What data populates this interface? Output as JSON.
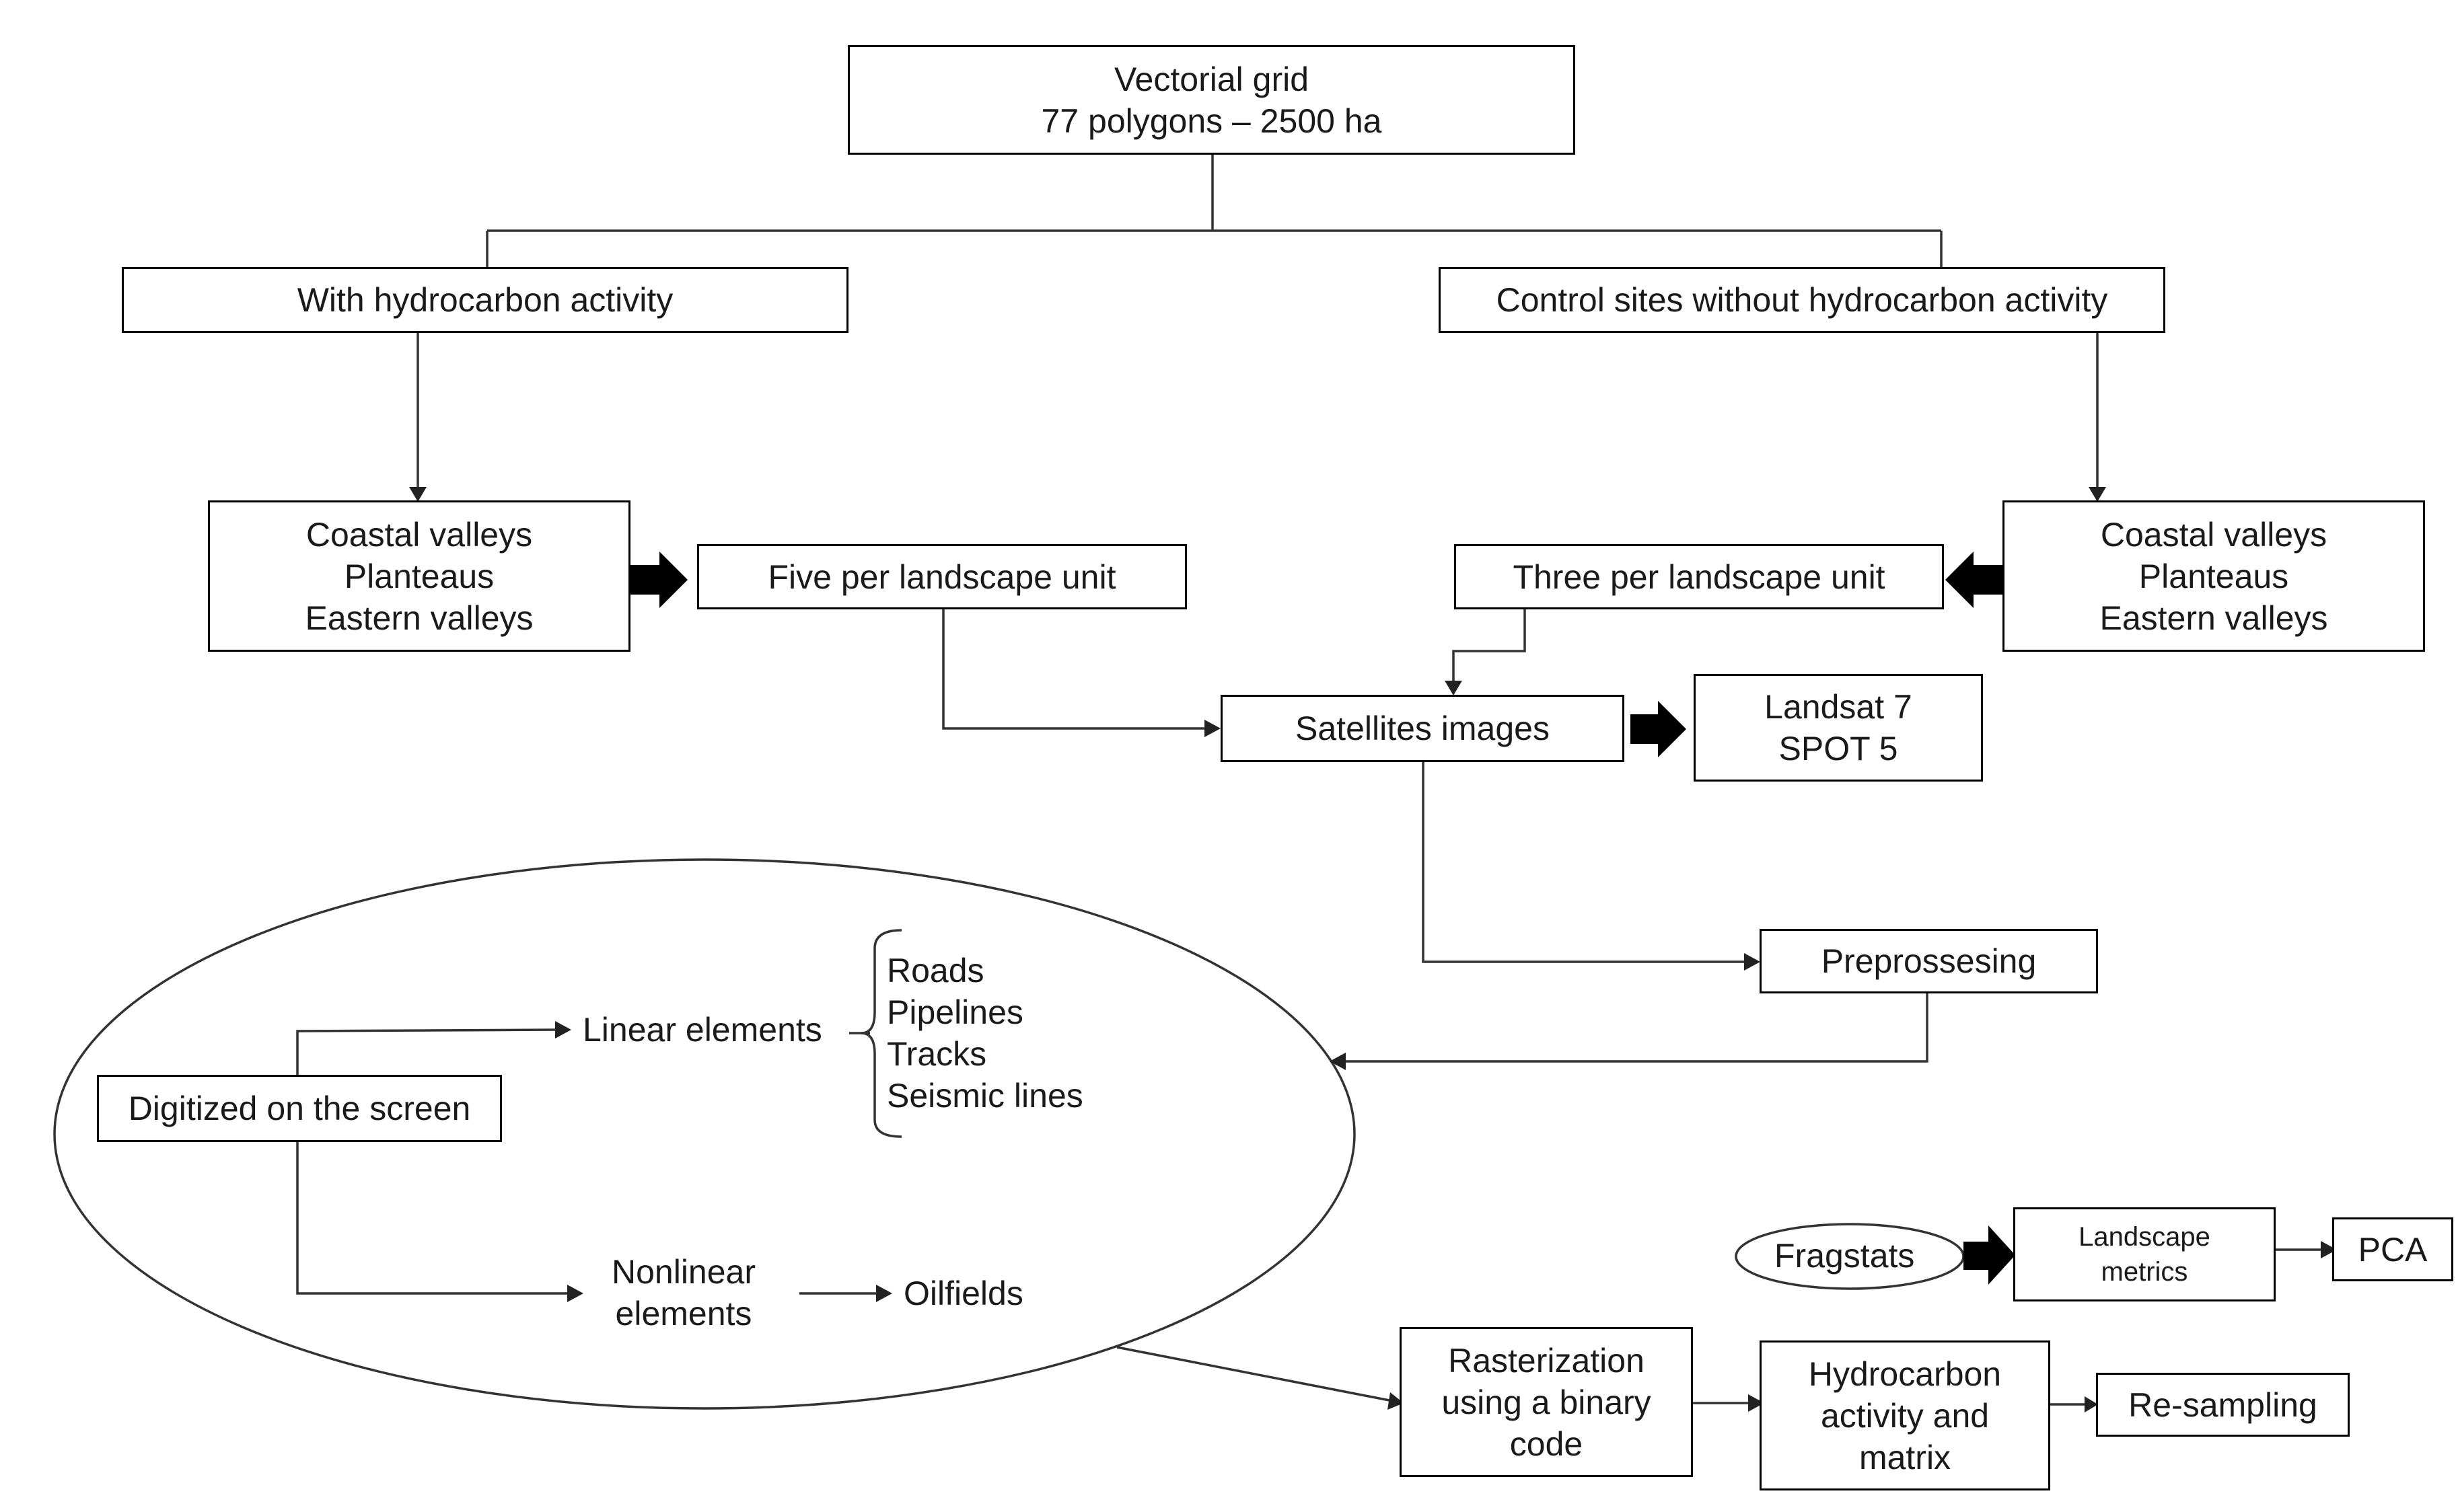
{
  "vectorial_grid": {
    "line1": "Vectorial grid",
    "line2": "77 polygons – 2500 ha"
  },
  "with_activity": {
    "label": "With hydrocarbon activity"
  },
  "control_sites": {
    "label": "Control sites without hydrocarbon activity"
  },
  "left_units": {
    "l1": "Coastal valleys",
    "l2": "Planteaus",
    "l3": "Eastern valleys"
  },
  "right_units": {
    "l1": "Coastal valleys",
    "l2": "Planteaus",
    "l3": "Eastern valleys"
  },
  "five_per_unit": {
    "label": "Five per landscape unit"
  },
  "three_per_unit": {
    "label": "Three per landscape unit"
  },
  "satellite": {
    "label": "Satellites images"
  },
  "sensors": {
    "l1": "Landsat 7",
    "l2": "SPOT 5"
  },
  "preprocessing": {
    "label": "Preprossesing"
  },
  "digitized": {
    "label": "Digitized on the screen"
  },
  "linear": {
    "label": "Linear elements"
  },
  "linear_items": [
    "Roads",
    "Pipelines",
    "Tracks",
    "Seismic lines"
  ],
  "nonlinear": {
    "l1": "Nonlinear",
    "l2": "elements"
  },
  "oilfields": {
    "label": "Oilfields"
  },
  "fragstats": {
    "label": "Fragstats"
  },
  "landscape_metrics": {
    "l1": "Landscape",
    "l2": "metrics"
  },
  "pca": {
    "label": "PCA"
  },
  "rasterization": {
    "l1": "Rasterization",
    "l2": "using a binary",
    "l3": "code"
  },
  "hydrocarbon_matrix": {
    "l1": "Hydrocarbon",
    "l2": "activity and",
    "l3": "matrix"
  },
  "resampling": {
    "label": "Re-sampling"
  }
}
